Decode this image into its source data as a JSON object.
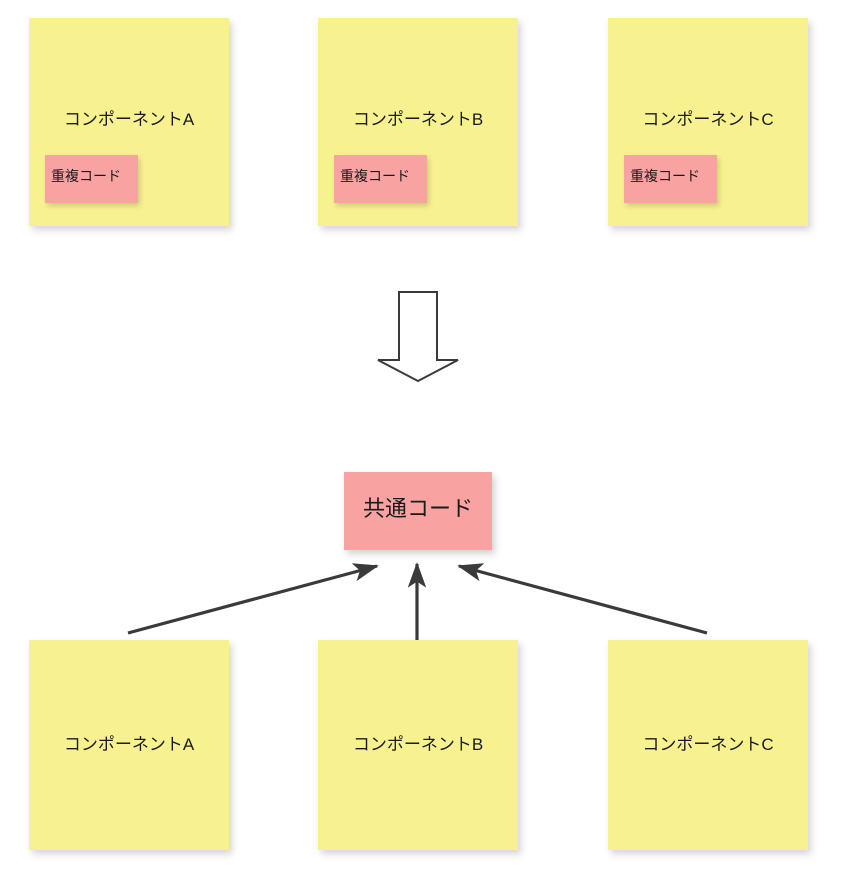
{
  "diagram": {
    "title": "refactoring-duplicate-code-to-common-code",
    "background_color": "#ffffff",
    "note_color": "#f7f28f",
    "highlight_color": "#f9a2a2",
    "arrow_color": "#3a3a3a",
    "transform_arrow": {
      "name": "downward-block-arrow",
      "direction": "down",
      "fill": "#ffffff",
      "stroke": "#3a3a3a"
    }
  },
  "before": {
    "notes": [
      {
        "label": "コンポーネントA",
        "duplicate_label": "重複コード"
      },
      {
        "label": "コンポーネントB",
        "duplicate_label": "重複コード"
      },
      {
        "label": "コンポーネントC",
        "duplicate_label": "重複コード"
      }
    ]
  },
  "after": {
    "common": {
      "label": "共通コード"
    },
    "notes": [
      {
        "label": "コンポーネントA"
      },
      {
        "label": "コンポーネントB"
      },
      {
        "label": "コンポーネントC"
      }
    ],
    "connectors": [
      {
        "name": "arrow-from-component-a",
        "direction": "up-right"
      },
      {
        "name": "arrow-from-component-b",
        "direction": "up"
      },
      {
        "name": "arrow-from-component-c",
        "direction": "up-left"
      }
    ]
  }
}
